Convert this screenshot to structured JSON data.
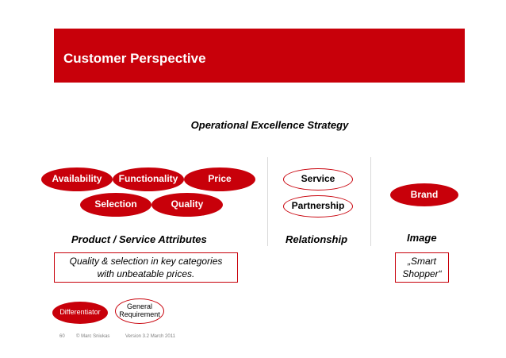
{
  "header": {
    "title": "Customer Perspective"
  },
  "strategy_title": "Operational Excellence Strategy",
  "attributes": {
    "availability": "Availability",
    "functionality": "Functionality",
    "price": "Price",
    "selection": "Selection",
    "quality": "Quality",
    "label": "Product / Service Attributes",
    "description_line1": "Quality & selection in key categories",
    "description_line2": "with unbeatable prices."
  },
  "relationship": {
    "service": "Service",
    "partnership": "Partnership",
    "label": "Relationship"
  },
  "image": {
    "brand": "Brand",
    "label": "Image",
    "description_line1": "„Smart",
    "description_line2": "Shopper“"
  },
  "legend": {
    "differentiator": "Differentiator",
    "general_line1": "General",
    "general_line2": "Requirement"
  },
  "footer": {
    "page": "60",
    "copyright": "© Marc Sniukas",
    "version": "Version 3.2 March 2011"
  },
  "colors": {
    "accent": "#c8000a",
    "divider": "#d9d9d9",
    "footer_text": "#808080"
  }
}
